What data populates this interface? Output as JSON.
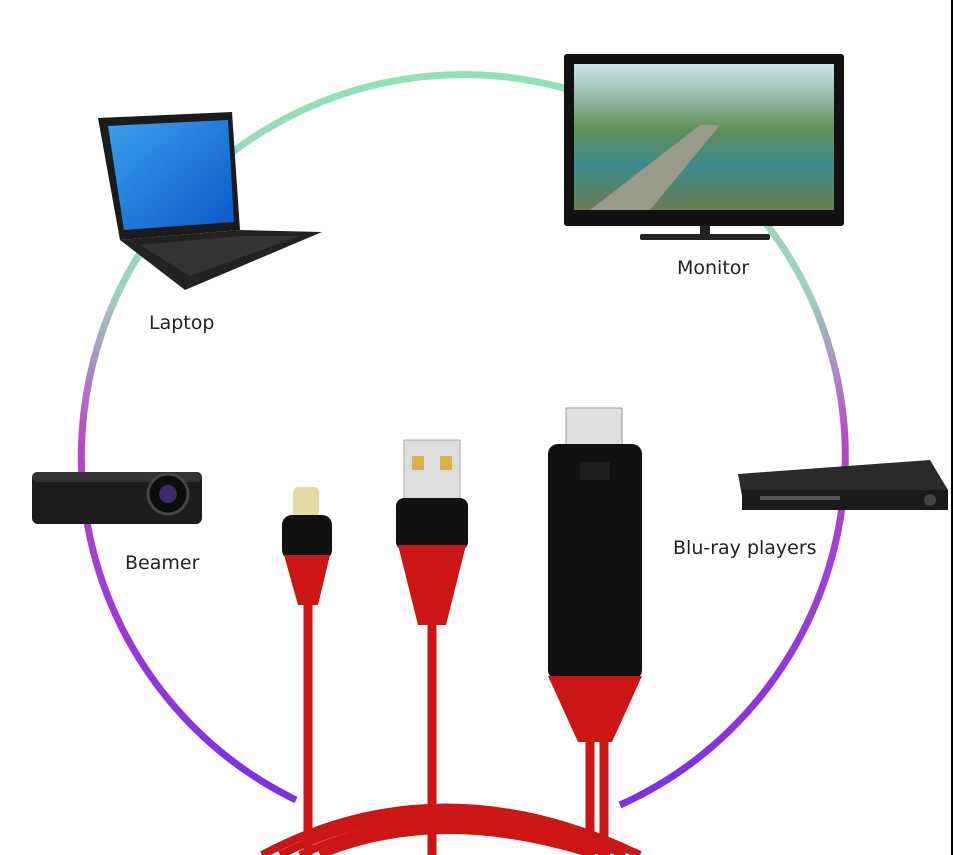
{
  "labels": {
    "laptop": "Laptop",
    "monitor": "Monitor",
    "beamer": "Beamer",
    "bluray": "Blu-ray players"
  },
  "colors": {
    "ring_top": "#8fe3b5",
    "ring_mid": "#b548c6",
    "ring_bottom": "#7b2fe6",
    "cable": "#d01818",
    "plug": "#111111"
  }
}
